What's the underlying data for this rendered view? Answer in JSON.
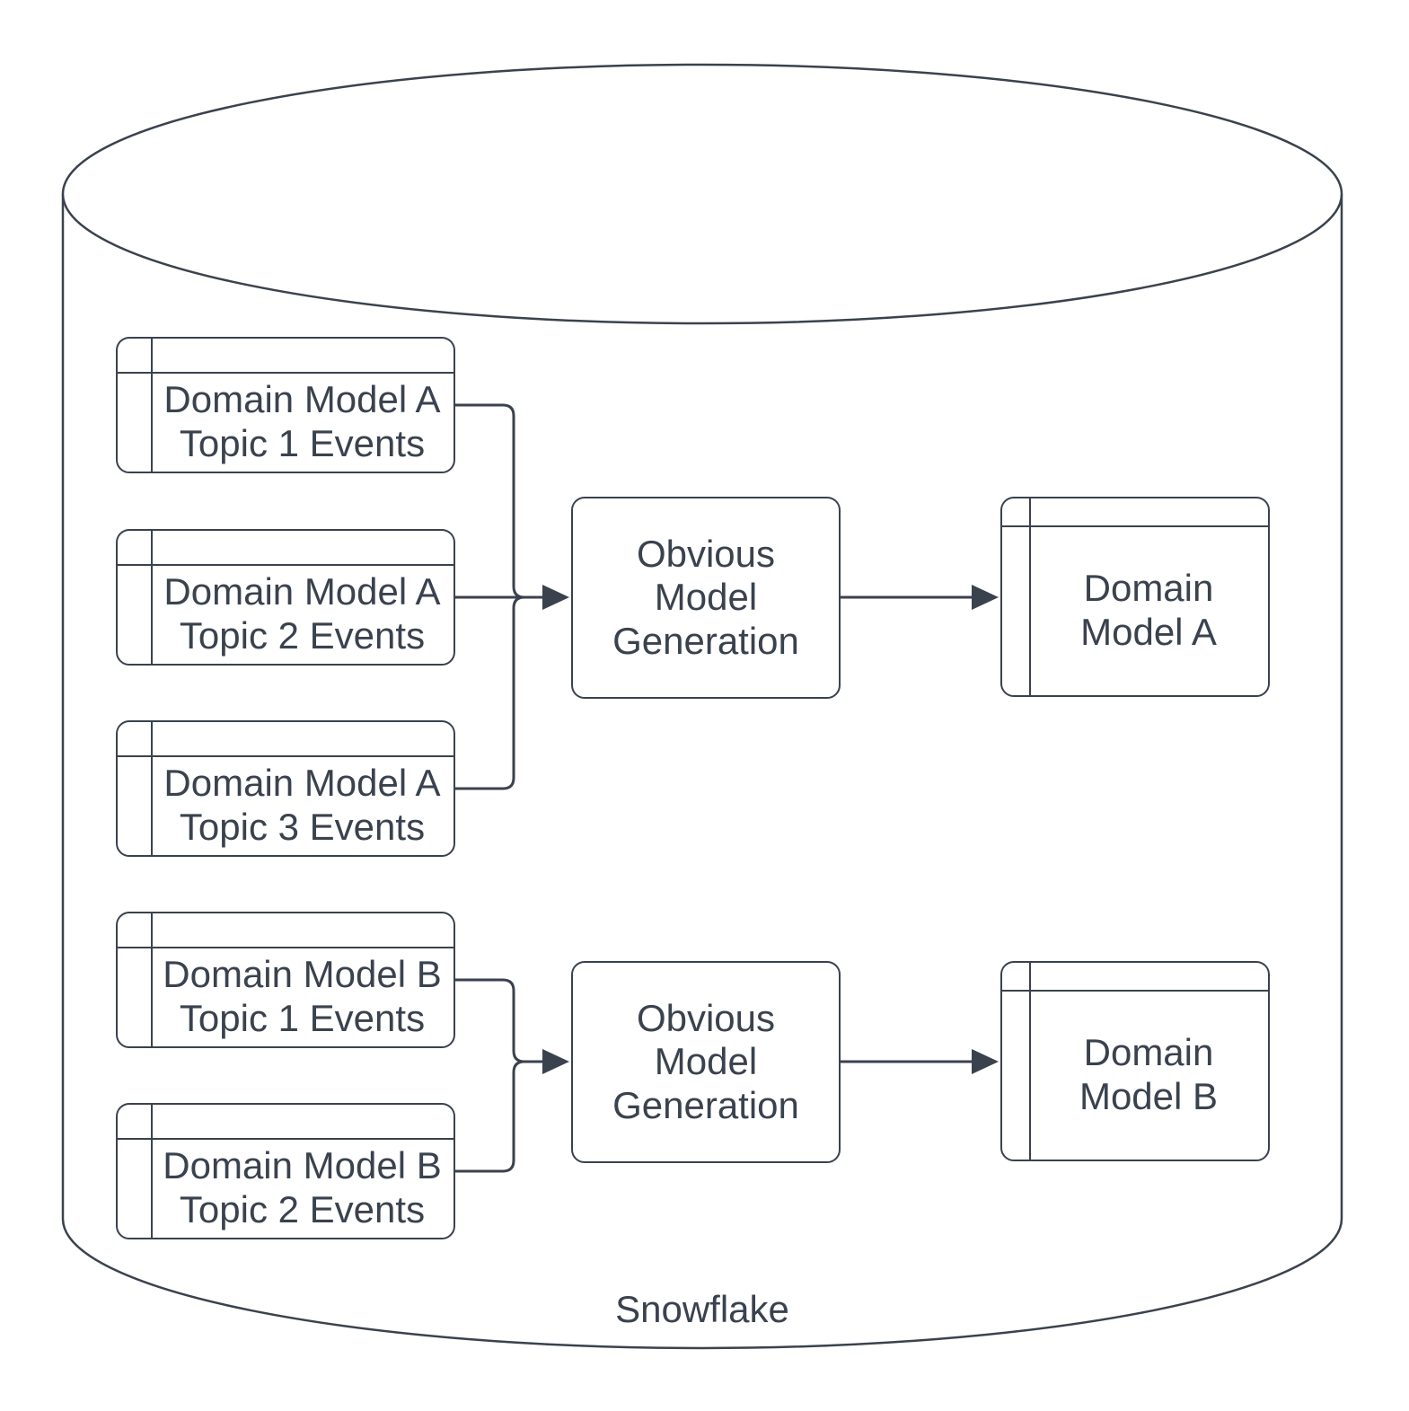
{
  "diagram": {
    "type": "flow-diagram",
    "container": {
      "shape": "database-cylinder",
      "label": "Snowflake"
    },
    "nodes": {
      "a_topic_1": {
        "shape": "table",
        "label": "Domain Model A\nTopic 1 Events"
      },
      "a_topic_2": {
        "shape": "table",
        "label": "Domain Model A\nTopic 2 Events"
      },
      "a_topic_3": {
        "shape": "table",
        "label": "Domain Model A\nTopic 3 Events"
      },
      "b_topic_1": {
        "shape": "table",
        "label": "Domain Model B\nTopic 1 Events"
      },
      "b_topic_2": {
        "shape": "table",
        "label": "Domain Model B\nTopic 2 Events"
      },
      "generation_a": {
        "shape": "process",
        "label": "Obvious\nModel\nGeneration"
      },
      "generation_b": {
        "shape": "process",
        "label": "Obvious\nModel\nGeneration"
      },
      "model_a": {
        "shape": "table",
        "label": "Domain\nModel A"
      },
      "model_b": {
        "shape": "table",
        "label": "Domain\nModel B"
      }
    },
    "edges": [
      {
        "from": "a_topic_1",
        "to": "generation_a"
      },
      {
        "from": "a_topic_2",
        "to": "generation_a"
      },
      {
        "from": "a_topic_3",
        "to": "generation_a"
      },
      {
        "from": "generation_a",
        "to": "model_a"
      },
      {
        "from": "b_topic_1",
        "to": "generation_b"
      },
      {
        "from": "b_topic_2",
        "to": "generation_b"
      },
      {
        "from": "generation_b",
        "to": "model_b"
      }
    ],
    "colors": {
      "stroke": "#3a424e",
      "text": "#3a424e",
      "background": "#ffffff"
    }
  }
}
